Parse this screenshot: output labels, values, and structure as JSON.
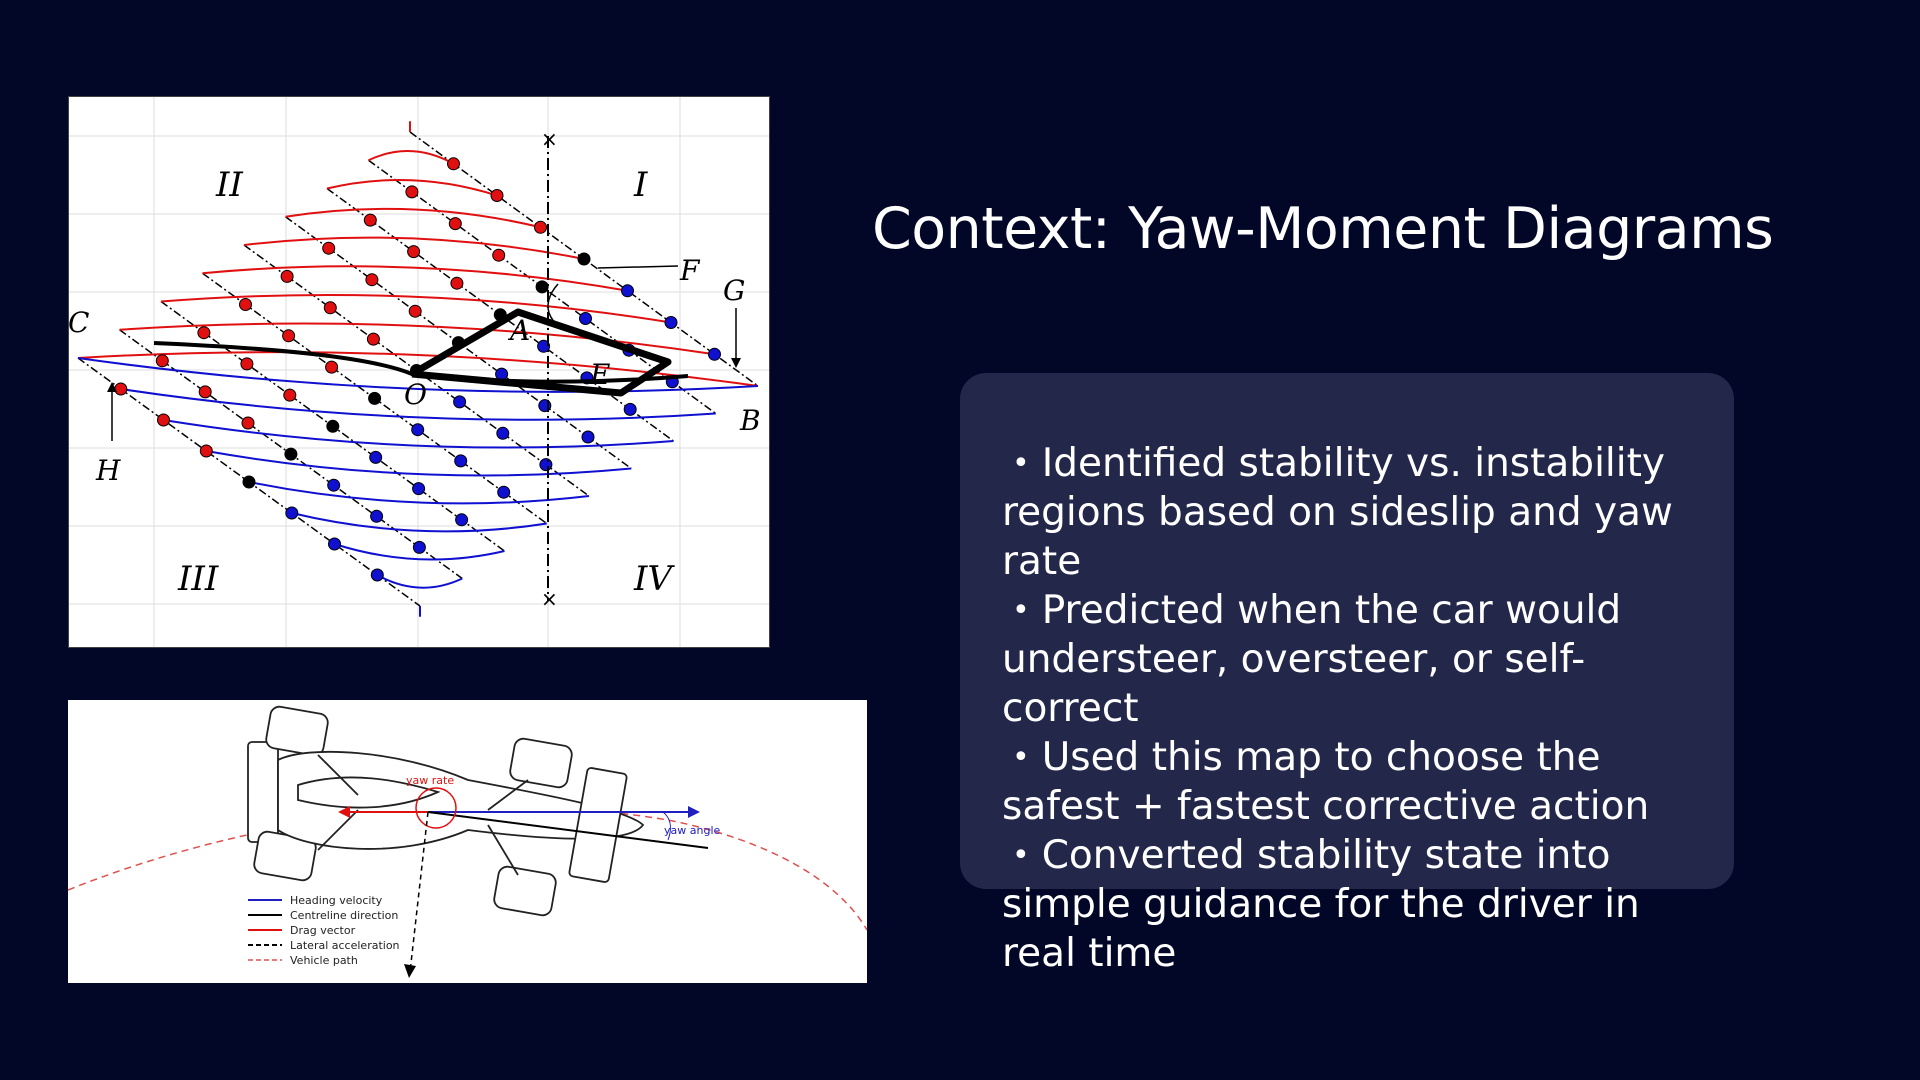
{
  "slide": {
    "title": "Context: Yaw-Moment Diagrams",
    "background_color": "#020727",
    "card_color": "#232749"
  },
  "card": {
    "bullets": [
      "Identified stability vs. instability regions based on sideslip and yaw rate",
      "Predicted when the car would understeer, oversteer, or self-correct",
      "Used this map to choose the safest + fastest corrective action",
      "Converted stability state into simple guidance for the driver in real time"
    ]
  },
  "yaw_moment_diagram": {
    "quadrants": [
      "II",
      "I",
      "III",
      "IV"
    ],
    "points": [
      "A",
      "B",
      "C",
      "E",
      "F",
      "G",
      "H",
      "O"
    ],
    "colors": {
      "upper_curves": "#e01010",
      "lower_curves": "#1010d0",
      "diagonals": "#000000"
    }
  },
  "car_diagram": {
    "labels": {
      "yaw_rate": "yaw rate",
      "yaw_angle": "yaw angle"
    },
    "legend": [
      {
        "label": "Heading velocity",
        "color": "#2020c0",
        "style": "solid"
      },
      {
        "label": "Centreline direction",
        "color": "#000000",
        "style": "solid"
      },
      {
        "label": "Drag vector",
        "color": "#e01010",
        "style": "solid"
      },
      {
        "label": "Lateral acceleration",
        "color": "#000000",
        "style": "dashed"
      },
      {
        "label": "Vehicle path",
        "color": "#e05050",
        "style": "dashed"
      }
    ]
  }
}
